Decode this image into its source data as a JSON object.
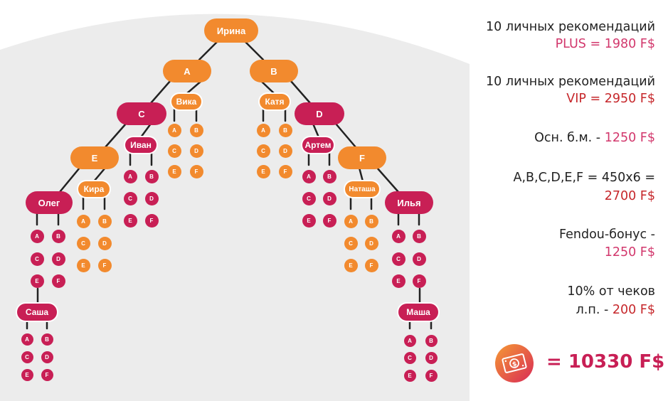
{
  "colors": {
    "orange": "#f28a2e",
    "crimson": "#c81f55",
    "pink": "#d2376c",
    "red": "#c6272b",
    "arch": "#ececec"
  },
  "tree": {
    "root": "Ирина",
    "a": "A",
    "b": "B",
    "c": "C",
    "d": "D",
    "e": "E",
    "f": "F",
    "vika": "Вика",
    "katya": "Катя",
    "ivan": "Иван",
    "artem": "Артем",
    "kira": "Кира",
    "natasha": "Наташа",
    "oleg": "Олег",
    "ilya": "Илья",
    "sasha": "Саша",
    "masha": "Маша"
  },
  "leaf_labels": [
    "A",
    "B",
    "C",
    "D",
    "E",
    "F"
  ],
  "info": {
    "line1": "10 личных рекомендаций",
    "line2": "PLUS = 1980 F$",
    "line3": "10 личных рекомендаций",
    "line4": "VIP = 2950 F$",
    "line5_prefix": "Осн. б.м. - ",
    "line5_value": "1250 F$",
    "line6": "A,B,C,D,E,F = 450x6 =",
    "line7": "2700 F$",
    "line8": "Fendou-бонус -",
    "line9": "1250 F$",
    "line10": "10% от чеков",
    "line11_prefix": "л.п. - ",
    "line11_value": "200 F$"
  },
  "total": {
    "text": "= 10330 F$",
    "icon": "money-bill-icon"
  }
}
